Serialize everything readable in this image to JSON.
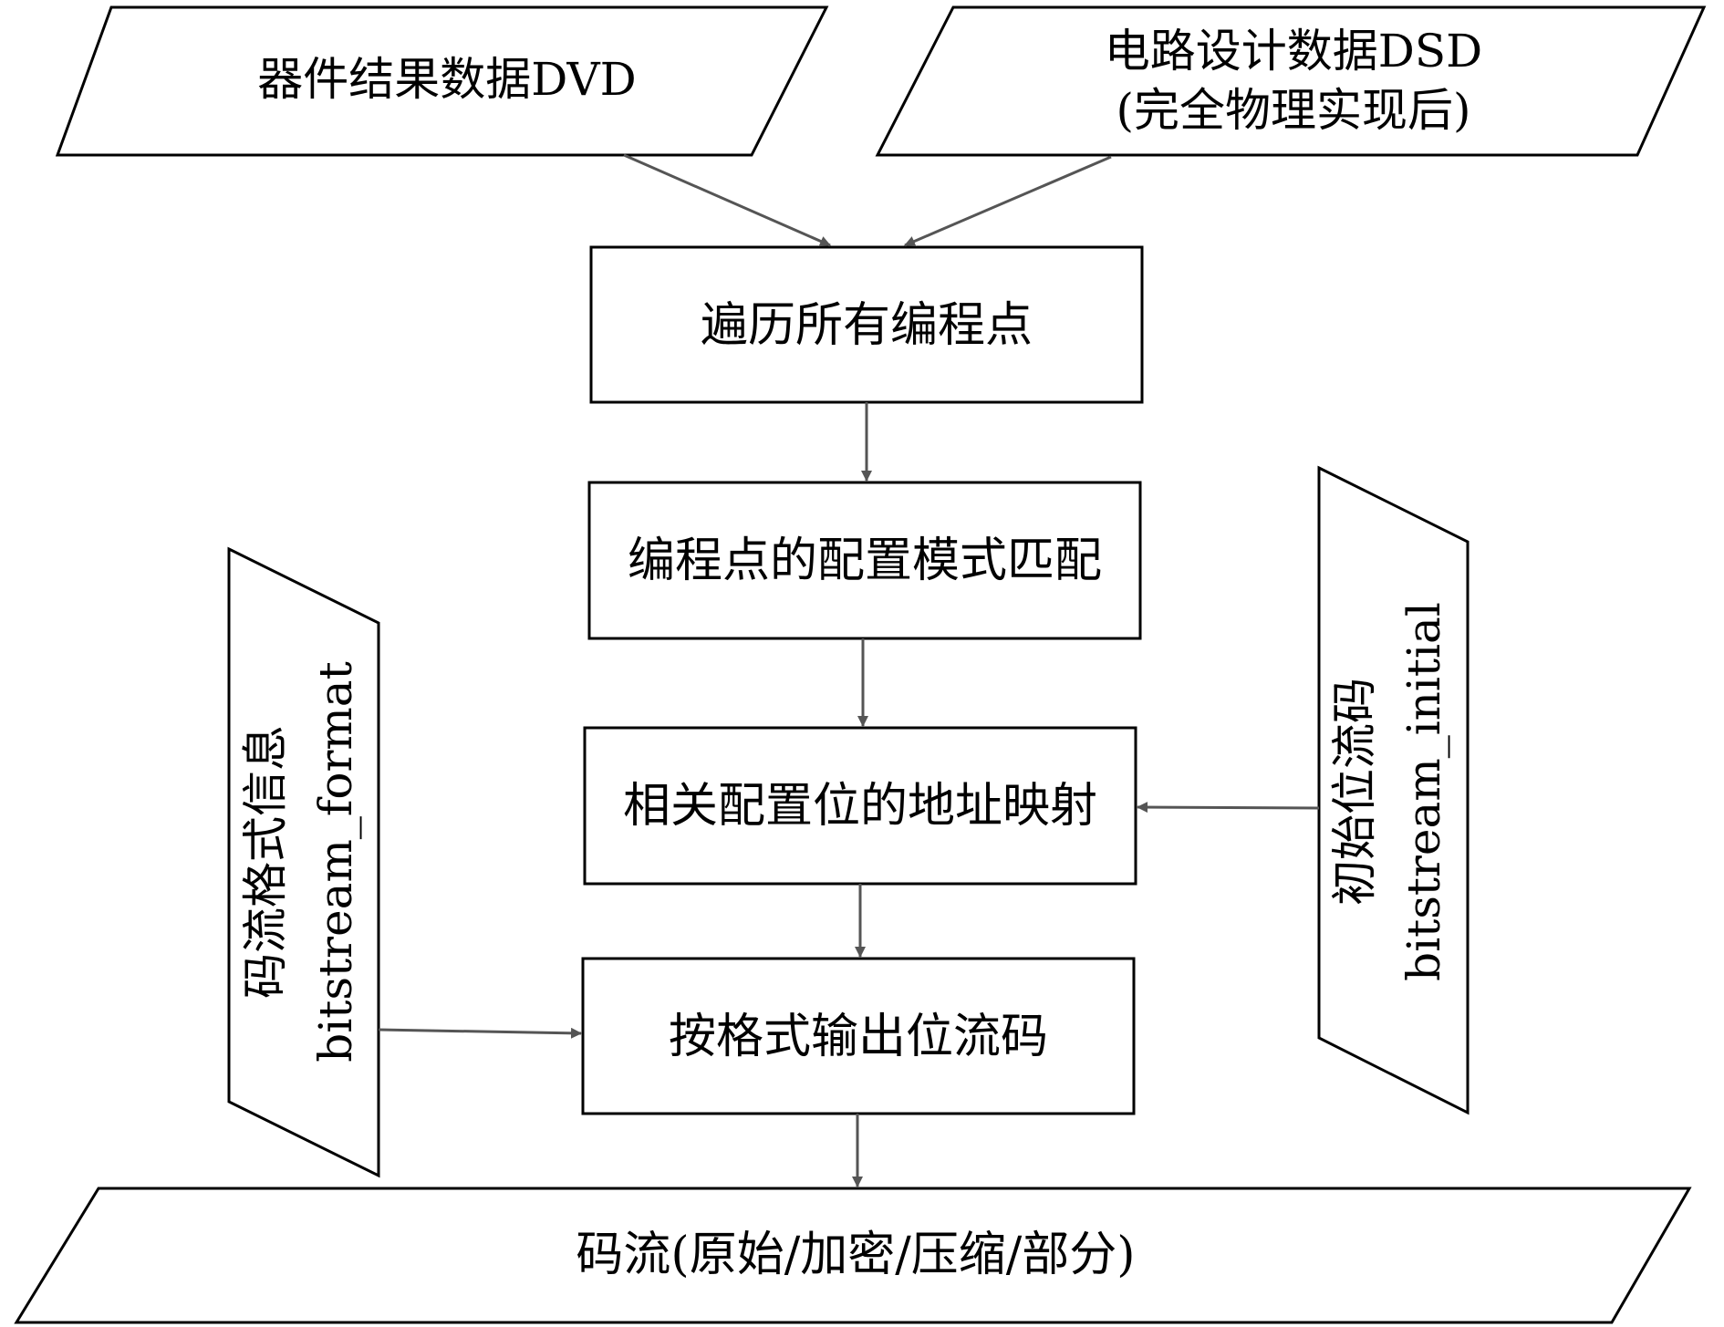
{
  "inputs": {
    "device_result": "器件结果数据DVD",
    "circuit_design": "电路设计数据DSD",
    "circuit_design_note": "(完全物理实现后)",
    "format_info": "码流格式信息",
    "format_info_name": "bitstream_format",
    "initial_bitstream": "初始位流码",
    "initial_bitstream_name": "bitstream_initial"
  },
  "steps": {
    "traverse": "遍历所有编程点",
    "match_mode": "编程点的配置模式匹配",
    "address_map": "相关配置位的地址映射",
    "output": "按格式输出位流码"
  },
  "result": {
    "bitstream": "码流(原始/加密/压缩/部分)"
  },
  "colors": {
    "shape_stroke": "#000000",
    "arrow": "#555555"
  }
}
